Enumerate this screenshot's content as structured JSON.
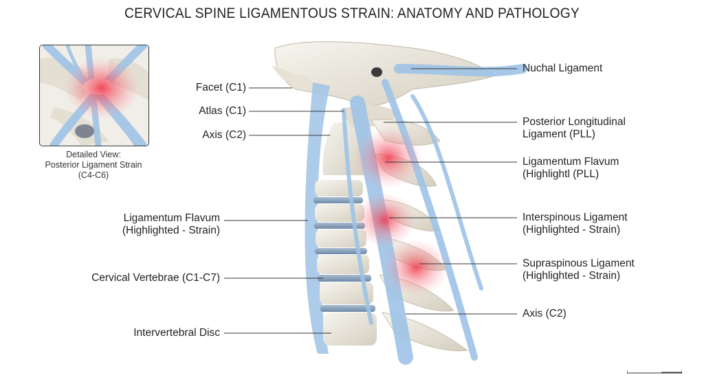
{
  "title": "CERVICAL SPINE LIGAMENTOUS STRAIN: ANATOMY AND PATHOLOGY",
  "inset": {
    "caption": [
      "Detailed View:",
      "Posterior Ligament Strain",
      "(C4-C6)"
    ]
  },
  "labels_left": {
    "facet": "Facet (C1)",
    "atlas": "Atlas (C1)",
    "axis": "Axis (C2)",
    "flavum": [
      "Ligamentum Flavum",
      "(Highlighted - Strain)"
    ],
    "vertebrae": "Cervical Vertebrae (C1-C7)",
    "disc": "Intervertebral Disc"
  },
  "labels_right": {
    "nuchal": "Nuchal Ligament",
    "pll": [
      "Posterior Longitudinal",
      "Ligament (PLL)"
    ],
    "flavum": [
      "Ligamentum Flavum",
      "(Highlightl (PLL)"
    ],
    "interspinous": [
      "Interspinous Ligament",
      "(Highlighted - Strain)"
    ],
    "supraspinous": [
      "Supraspinous Ligament",
      "(Highlighted - Strain)"
    ],
    "axis": "Axis  (C2)"
  },
  "colors": {
    "bone": "#ece8de",
    "bone_shade": "#cfc9bb",
    "disc": "#8fa6bf",
    "ligament": "#9ec3e6",
    "strain": "#f0374a"
  }
}
